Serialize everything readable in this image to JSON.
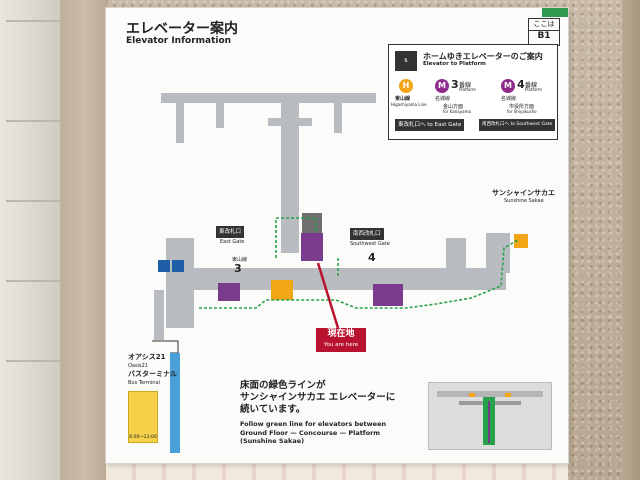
{
  "sign": {
    "title_ja": "エレベーター案内",
    "title_en": "Elevator Information",
    "level_box": {
      "label": "ここは",
      "level": "B1"
    }
  },
  "legend": {
    "title_ja": "ホームゆきエレベーターのご案内",
    "title_en": "Elevator to Platform",
    "lines": [
      {
        "badge": "H",
        "badge_color": "#f2a516",
        "line_name": "東山線",
        "line_name_en": "Higashiyama Line"
      },
      {
        "badge": "M",
        "badge_color": "#8e2b8d",
        "number": "3",
        "label": "番線",
        "sub": "Platform",
        "line_name": "名城線",
        "direction": "金山方面",
        "direction_en": "for Kanayama"
      },
      {
        "badge": "M",
        "badge_color": "#8e2b8d",
        "number": "4",
        "label": "番線",
        "sub": "Platform",
        "line_name": "名城線",
        "direction": "市役所方面",
        "direction_en": "for Shiyakusho"
      }
    ],
    "gate_east_ja": "東改札口へ",
    "gate_east_en": "to East Gate",
    "gate_sw_ja": "南西改札口へ",
    "gate_sw_en": "to Southwest Gate"
  },
  "map": {
    "east_gate_ja": "東改札口",
    "east_gate_en": "East Gate",
    "east_gate_line": "東山線",
    "east_gate_platform": "3",
    "sw_gate_ja": "南西改札口",
    "sw_gate_en": "Southwest Gate",
    "sw_gate_platform": "4",
    "sunshine_ja": "サンシャインサカエ",
    "sunshine_en": "Sunshine Sakae",
    "oasis_ja": "オアシス21",
    "oasis_en": "Oasis21",
    "bus_ja": "バスターミナル",
    "bus_en": "Bus Terminal",
    "bus_hours": "6:00〜23:00",
    "you_are_here_ja": "現在地",
    "you_are_here_en": "You are here"
  },
  "note": {
    "ja_line1": "床面の緑色ラインが",
    "ja_line2": "サンシャインサカエ エレベーターに",
    "ja_line3": "続いています。",
    "en_line1": "Follow green line for elevators between",
    "en_line2": "Ground Floor — Concourse — Platform",
    "en_line3": "(Sunshine Sakae)"
  },
  "colors": {
    "green_route": "#27a24a",
    "red_marker": "#b9122e",
    "platform_purple": "#7b3b8c",
    "corridor_gray": "#b8bcc0",
    "higashiyama_orange": "#f2a516",
    "meijo_purple": "#8e2b8d"
  }
}
